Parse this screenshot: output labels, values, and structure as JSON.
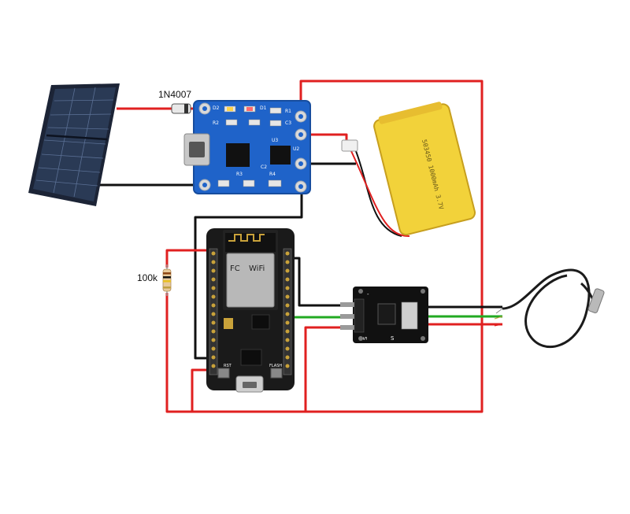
{
  "labels": {
    "diode": "1N4007",
    "resistor": "100k",
    "charger_silk": {
      "d2": "D2",
      "d1": "D1",
      "r2": "R2",
      "r1": "R1",
      "c3": "C3",
      "u3": "U3",
      "u2": "U2",
      "r3": "R3",
      "r4": "R4",
      "c2": "C2"
    },
    "battery_text": "503450 1000mAh 3.7V",
    "nodemcu_silk": {
      "rst": "RST",
      "flash": "FLASH",
      "wifi": "WiFi",
      "fc": "FC"
    },
    "sensor_silk": {
      "minus": "-",
      "s_left": "S",
      "s_right": "S"
    }
  },
  "colors": {
    "red_wire": "#e02020",
    "black_wire": "#111111",
    "green_wire": "#22aa22",
    "charger_board": "#1f63c9",
    "nodemcu_board": "#1a1a1a",
    "sensor_board": "#111111",
    "solar_cell": "#2a3a55",
    "battery": "#f2d23a"
  }
}
